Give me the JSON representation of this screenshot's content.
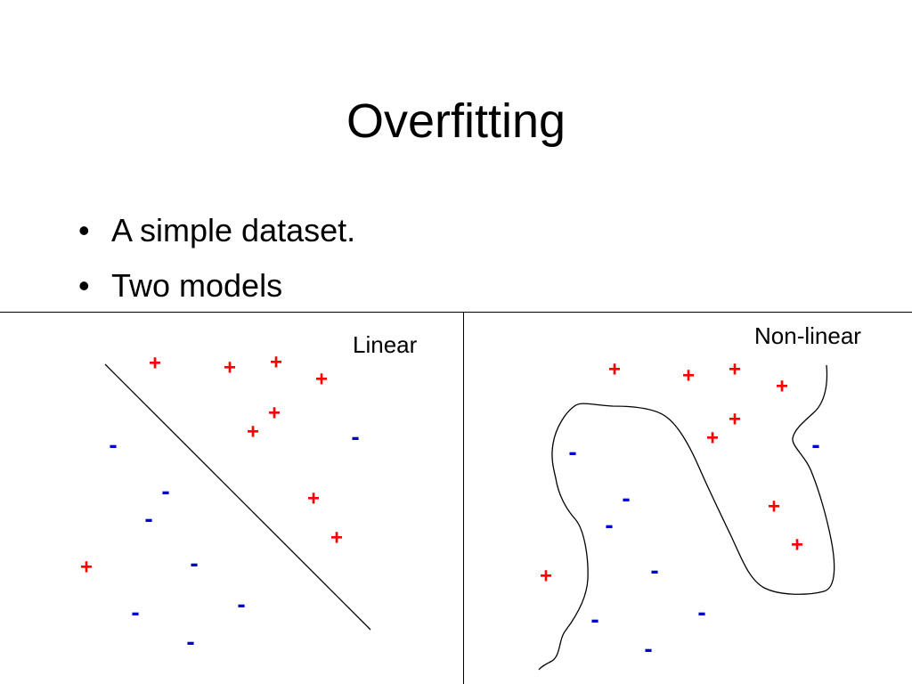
{
  "slide": {
    "title": "Overfitting",
    "bullets": [
      "A simple dataset.",
      "Two models"
    ]
  },
  "colors": {
    "positive": "#ff0000",
    "negative": "#0000cc",
    "boundary": "#000000"
  },
  "panels": {
    "linear": {
      "label": "Linear",
      "points": [
        {
          "s": "+",
          "c": "pos"
        },
        {
          "s": "+",
          "c": "pos"
        },
        {
          "s": "+",
          "c": "pos"
        },
        {
          "s": "+",
          "c": "pos"
        },
        {
          "s": "+",
          "c": "pos"
        },
        {
          "s": "+",
          "c": "pos"
        },
        {
          "s": "-",
          "c": "neg"
        },
        {
          "s": "-",
          "c": "neg"
        },
        {
          "s": "-",
          "c": "neg"
        },
        {
          "s": "-",
          "c": "neg"
        },
        {
          "s": "+",
          "c": "pos"
        },
        {
          "s": "+",
          "c": "pos"
        },
        {
          "s": "+",
          "c": "pos"
        },
        {
          "s": "-",
          "c": "neg"
        },
        {
          "s": "-",
          "c": "neg"
        },
        {
          "s": "-",
          "c": "neg"
        },
        {
          "s": "-",
          "c": "neg"
        }
      ]
    },
    "nonlinear": {
      "label": "Non-linear",
      "points": [
        {
          "s": "+",
          "c": "pos"
        },
        {
          "s": "+",
          "c": "pos"
        },
        {
          "s": "+",
          "c": "pos"
        },
        {
          "s": "+",
          "c": "pos"
        },
        {
          "s": "+",
          "c": "pos"
        },
        {
          "s": "+",
          "c": "pos"
        },
        {
          "s": "-",
          "c": "neg"
        },
        {
          "s": "-",
          "c": "neg"
        },
        {
          "s": "-",
          "c": "neg"
        },
        {
          "s": "-",
          "c": "neg"
        },
        {
          "s": "+",
          "c": "pos"
        },
        {
          "s": "+",
          "c": "pos"
        },
        {
          "s": "+",
          "c": "pos"
        },
        {
          "s": "-",
          "c": "neg"
        },
        {
          "s": "-",
          "c": "neg"
        },
        {
          "s": "-",
          "c": "neg"
        },
        {
          "s": "-",
          "c": "neg"
        }
      ]
    }
  }
}
